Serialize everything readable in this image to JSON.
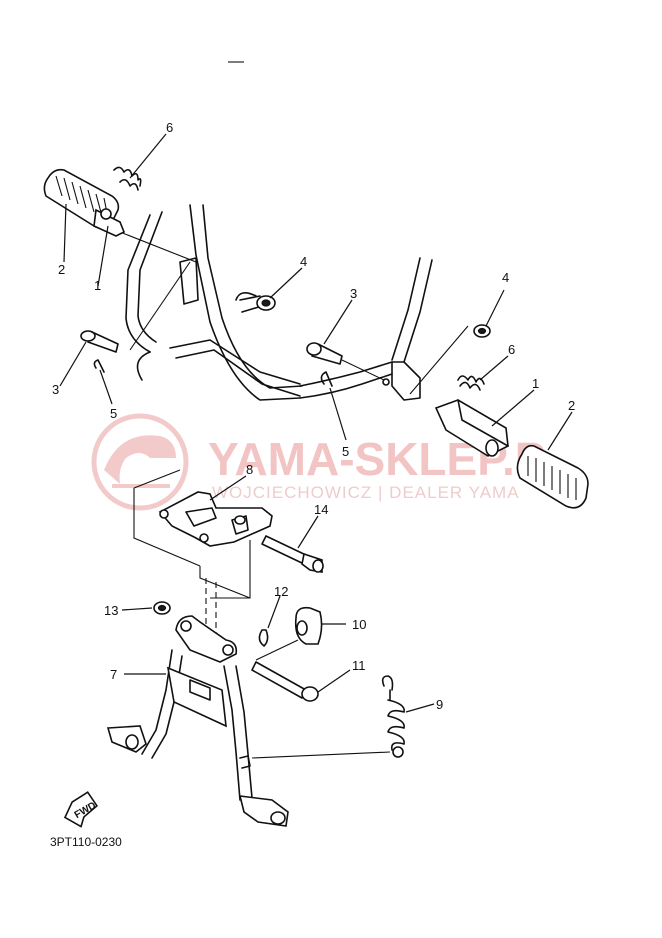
{
  "watermark": {
    "title": "YAMA-SKLEP.P",
    "subtitle": "WOJCIECHOWICZ | DEALER YAMA",
    "color": "#e8a0a0"
  },
  "diagram_code": "3PT110-0230",
  "fwd_label": "FWD",
  "callouts": {
    "c1_left": "1",
    "c2_left": "2",
    "c3_left": "3",
    "c4_left": "4",
    "c5_left": "5",
    "c6_left": "6",
    "c3_center": "3",
    "c5_center": "5",
    "c4_right": "4",
    "c6_right": "6",
    "c1_right": "1",
    "c2_right": "2",
    "c8": "8",
    "c14": "14",
    "c13": "13",
    "c12": "12",
    "c10": "10",
    "c7": "7",
    "c11": "11",
    "c9": "9"
  }
}
